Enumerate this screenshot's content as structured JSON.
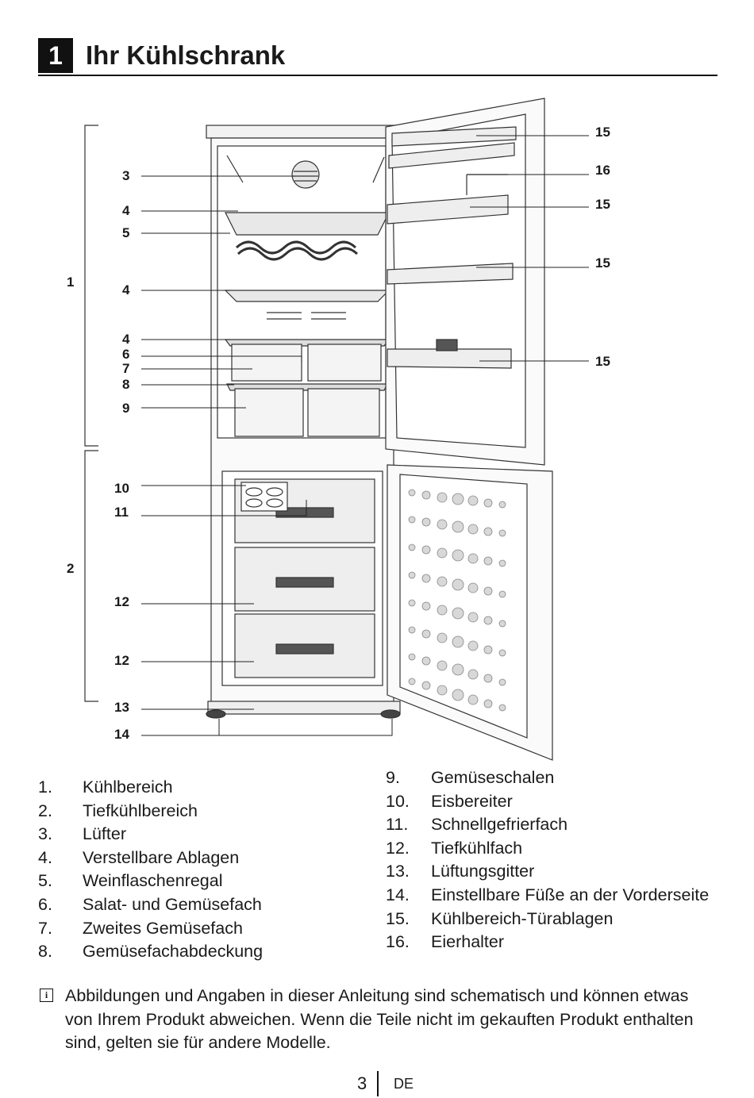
{
  "header": {
    "number": "1",
    "title": "Ihr Kühlschrank"
  },
  "figure": {
    "labels": {
      "l1": "1",
      "l2": "2",
      "l3": "3",
      "l4a": "4",
      "l5": "5",
      "l4b": "4",
      "l4c": "4",
      "l6": "6",
      "l7": "7",
      "l8": "8",
      "l9": "9",
      "l10": "10",
      "l11": "11",
      "l12a": "12",
      "l12b": "12",
      "l13": "13",
      "l14": "14",
      "l15a": "15",
      "l16": "16",
      "l15b": "15",
      "l15c": "15",
      "l15d": "15"
    }
  },
  "legend_left": [
    {
      "num": "1.",
      "text": "Kühlbereich"
    },
    {
      "num": "2.",
      "text": "Tiefkühlbereich"
    },
    {
      "num": "3.",
      "text": "Lüfter"
    },
    {
      "num": "4.",
      "text": "Verstellbare Ablagen"
    },
    {
      "num": "5.",
      "text": "Weinflaschenregal"
    },
    {
      "num": "6.",
      "text": "Salat- und Gemüsefach"
    },
    {
      "num": "7.",
      "text": "Zweites Gemüsefach"
    },
    {
      "num": "8.",
      "text": "Gemüsefachabdeckung"
    }
  ],
  "legend_right": [
    {
      "num": "9.",
      "text": "Gemüseschalen"
    },
    {
      "num": "10.",
      "text": "Eisbereiter"
    },
    {
      "num": "11.",
      "text": "Schnellgefrierfach"
    },
    {
      "num": "12.",
      "text": "Tiefkühlfach"
    },
    {
      "num": "13.",
      "text": "Lüftungsgitter"
    },
    {
      "num": "14.",
      "text": "Einstellbare Füße an der Vorderseite"
    },
    {
      "num": "15.",
      "text": "Kühlbereich-Türablagen"
    },
    {
      "num": "16.",
      "text": "Eierhalter"
    }
  ],
  "note": {
    "icon": "info-icon",
    "text": "Abbildungen und Angaben in dieser Anleitung sind schematisch und können etwas von Ihrem Produkt abweichen. Wenn die Teile nicht im gekauften Produkt enthalten sind, gelten sie für andere Modelle."
  },
  "footer": {
    "page": "3",
    "lang": "DE"
  }
}
